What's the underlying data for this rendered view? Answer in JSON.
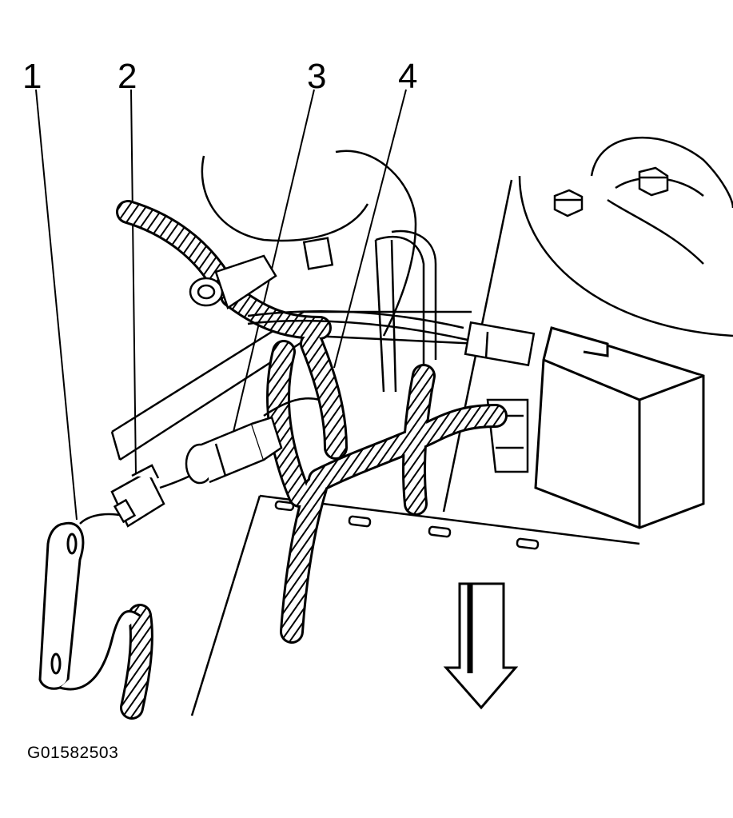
{
  "callouts": [
    "1",
    "2",
    "3",
    "4"
  ],
  "figure_id": "G01582503",
  "colors": {
    "ink": "#000000",
    "paper": "#ffffff"
  },
  "components": [
    "ground-strap",
    "connector-clip",
    "electrical-connector",
    "wiring-harness",
    "control-module",
    "strut-tower-bolts",
    "direction-arrow"
  ]
}
